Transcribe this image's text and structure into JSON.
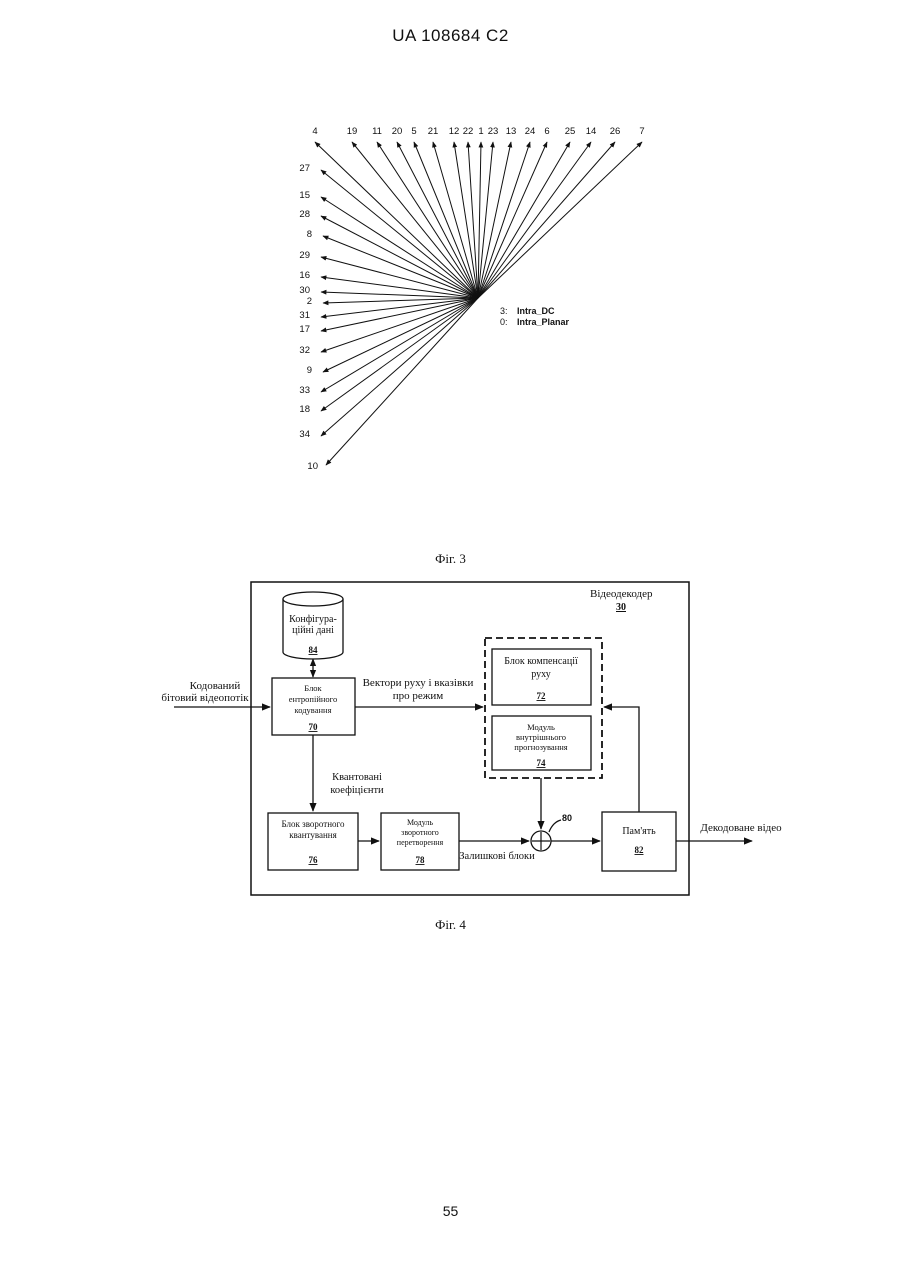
{
  "header": {
    "publication": "UA   108684   C2"
  },
  "page_number": "55",
  "figure3": {
    "caption": "Фіг. 3",
    "top_modes": [
      "4",
      "19",
      "11",
      "20",
      "5",
      "21",
      "12",
      "22",
      "1",
      "23",
      "13",
      "24",
      "6",
      "25",
      "14",
      "26",
      "7"
    ],
    "left_modes": [
      "27",
      "15",
      "28",
      "8",
      "29",
      "16",
      "30",
      "2",
      "31",
      "17",
      "32",
      "9",
      "33",
      "18",
      "34",
      "10"
    ],
    "legend": [
      {
        "num": "3:",
        "name": "Intra_DC"
      },
      {
        "num": "0:",
        "name": "Intra_Planar"
      }
    ]
  },
  "figure4": {
    "caption": "Фіг. 4",
    "decoder": {
      "label": "Відеодекодер",
      "num": "30"
    },
    "config_data": {
      "line1": "Конфігура-",
      "line2": "ційні дані",
      "num": "84"
    },
    "entropy": {
      "line1": "Блок",
      "line2": "ентропійного",
      "line3": "кодування",
      "num": "70"
    },
    "motion_comp": {
      "line1": "Блок компенсації",
      "line2": "руху",
      "num": "72"
    },
    "intra_pred": {
      "line1": "Модуль",
      "line2": "внутрішнього",
      "line3": "прогнозування",
      "num": "74"
    },
    "inv_quant": {
      "line1": "Блок зворотного",
      "line2": "квантування",
      "num": "76"
    },
    "inv_transform": {
      "line1": "Модуль",
      "line2": "зворотного",
      "line3": "перетворення",
      "num": "78"
    },
    "summer_num": "80",
    "memory": {
      "label": "Пам'ять",
      "num": "82"
    },
    "input_label": {
      "line1": "Кодований",
      "line2": "бітовий відеопотік"
    },
    "mv_label": {
      "line1": "Вектори руху і вказівки",
      "line2": "про режим"
    },
    "coef_label": {
      "line1": "Квантовані",
      "line2": "коефіцієнти"
    },
    "residual_label": "Залишкові блоки",
    "output_label": "Декодоване відео"
  }
}
